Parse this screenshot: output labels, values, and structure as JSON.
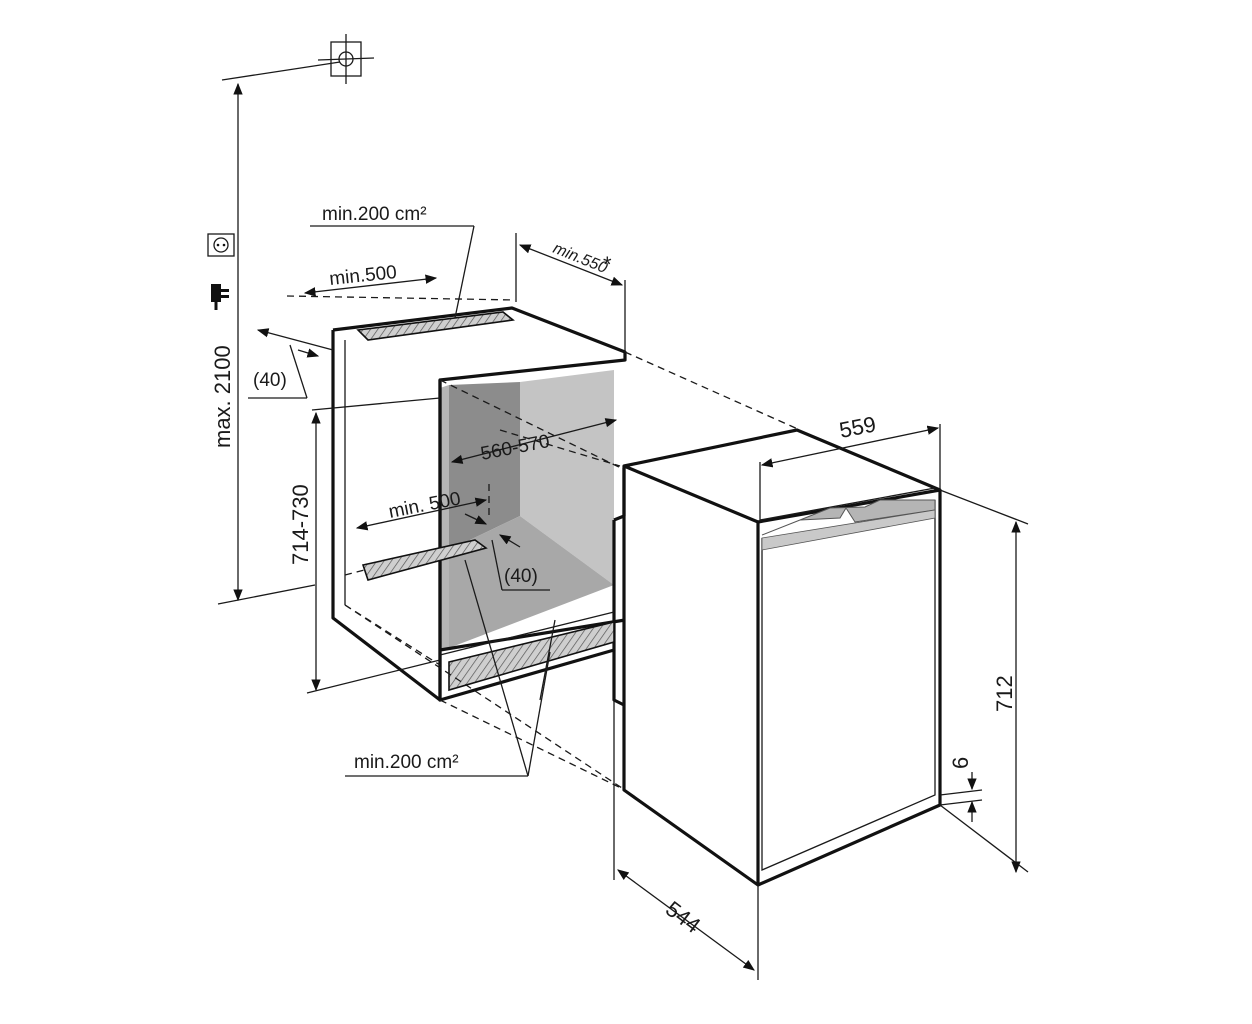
{
  "labels": {
    "max_height": "max. 2100",
    "vent_top_area": "min.200 cm²",
    "vent_top_width": "min.500",
    "depth_min": "min.550",
    "asterisk": "*",
    "gap_top": "(40)",
    "niche_height": "714-730",
    "niche_width": "560-570",
    "vent_bottom_width": "min. 500",
    "gap_bottom": "(40)",
    "vent_bottom_area": "min.200 cm²",
    "appliance_width": "559",
    "appliance_height": "712",
    "appliance_plinth": "6",
    "appliance_depth": "544"
  },
  "icons": [
    "ceiling-mount-icon",
    "power-socket-icon",
    "power-plug-icon"
  ]
}
